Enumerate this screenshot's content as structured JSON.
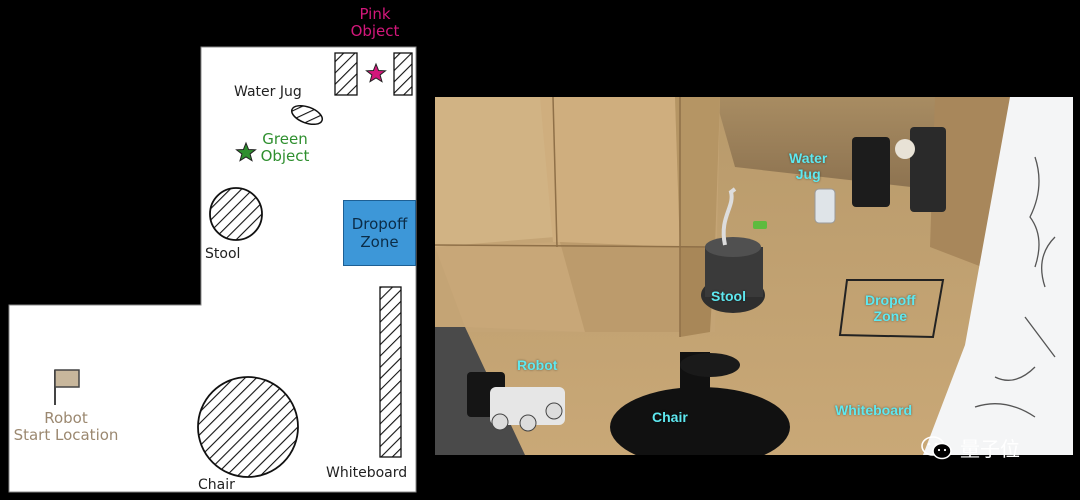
{
  "map": {
    "pink_object": "Pink\nObject",
    "water_jug": "Water Jug",
    "green_object": "Green\nObject",
    "dropoff_zone": [
      "Dropoff",
      "Zone"
    ],
    "stool": "Stool",
    "robot_start": "Robot\nStart Location",
    "chair": "Chair",
    "whiteboard": "Whiteboard"
  },
  "photo": {
    "water_jug": "Water\nJug",
    "stool": "Stool",
    "dropoff_zone": "Dropoff\nZone",
    "robot": "Robot",
    "chair": "Chair",
    "whiteboard": "Whiteboard"
  },
  "watermark": {
    "text": "量子位",
    "icon": "wechat-icon"
  },
  "colors": {
    "pink": "#d3177b",
    "green": "#2f8f2f",
    "dropoff_blue": "#3d97d8",
    "robot_flag": "#c8b79c",
    "photo_label": "#5ee8f0"
  }
}
